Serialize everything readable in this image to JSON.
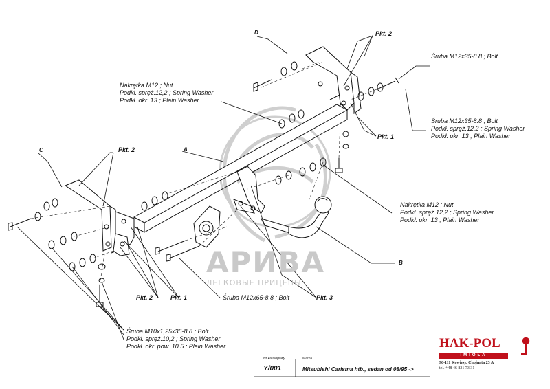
{
  "watermark": {
    "title": "АРИВА",
    "subtitle": "ЛЕГКОВЫЕ ПРИЦЕПЫ"
  },
  "part_letters": [
    "A",
    "B",
    "C",
    "D"
  ],
  "points": {
    "pkt1": "Pkt. 1",
    "pkt2": "Pkt. 2",
    "pkt3": "Pkt. 3"
  },
  "callouts": {
    "nut_group_top": [
      "Nakrętka  M12 ; Nut",
      "Podkł. spręż.12,2 ; Spring Washer",
      "Podkł. okr. 13 ; Plain Washer"
    ],
    "bolt_top_right": "Śruba M12x35-8.8 ;  Bolt",
    "bolt_group_right": [
      "Śruba M12x35-8.8 ;  Bolt",
      "Podkł. spręż.12,2 ; Spring Washer",
      "Podkł. okr. 13 ; Plain Washer"
    ],
    "nut_group_right": [
      "Nakrętka  M12 ; Nut",
      "Podkł. spręż.12,2 ; Spring Washer",
      "Podkł. okr. 13 ; Plain Washer"
    ],
    "bolt_center": "Śruba M12x65-8.8 ;  Bolt",
    "bolt_group_bottom_left": [
      "Śruba M10x1,25x35-8.8 ;  Bolt",
      "Podkł. spręż.10,2 ; Spring Washer",
      "Podkł. okr. pow. 10,5 ; Plain Washer"
    ]
  },
  "title_block": {
    "catalog_label": "Nr katalogowy",
    "catalog_number": "Y/001",
    "brand_label": "Marka",
    "model": "Mitsubishi Carisma htb., sedan  od 08/95  ->"
  },
  "manufacturer": {
    "name": "HAK-POL",
    "bar": "IMIOŁA",
    "address": "96-111 Kowiesy, Chojnata 23 A",
    "phone": "tel. +48 46 831 73 31",
    "brand_color": "#c0101b"
  }
}
